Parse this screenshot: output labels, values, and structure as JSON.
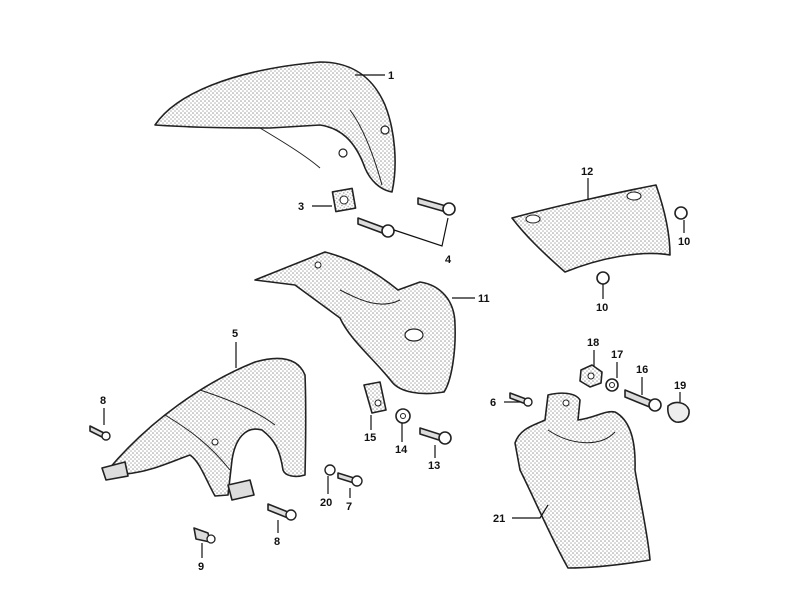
{
  "diagram": {
    "labels": {
      "p1": "1",
      "p3": "3",
      "p4": "4",
      "p5": "5",
      "p6": "6",
      "p7": "7",
      "p8a": "8",
      "p8b": "8",
      "p9": "9",
      "p10a": "10",
      "p10b": "10",
      "p11": "11",
      "p12": "12",
      "p13": "13",
      "p14": "14",
      "p15": "15",
      "p16": "16",
      "p17": "17",
      "p18": "18",
      "p19": "19",
      "p20": "20",
      "p21": "21"
    },
    "colors": {
      "line": "#222222",
      "fill_pattern": "#c8c8c8",
      "background": "#ffffff"
    }
  }
}
